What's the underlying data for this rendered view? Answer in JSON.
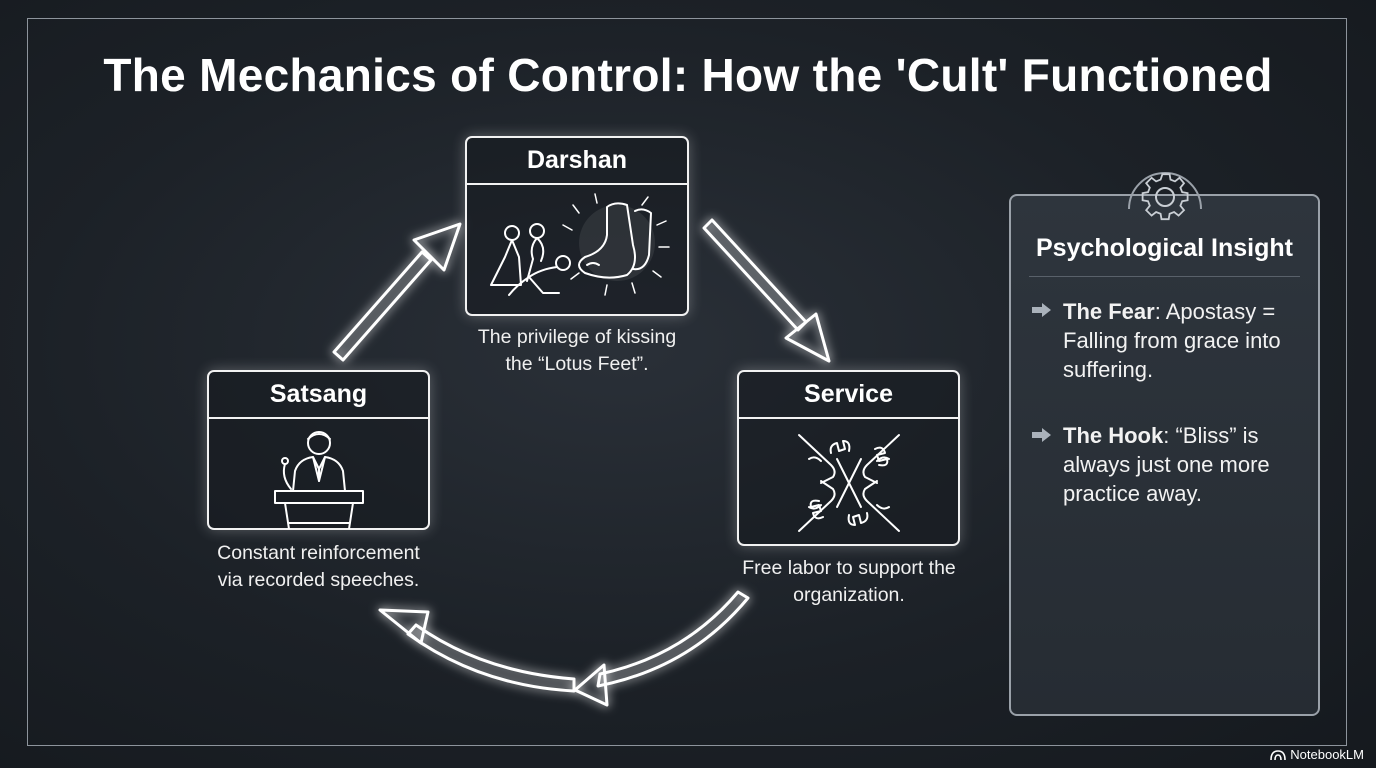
{
  "title": "The Mechanics of Control: How the 'Cult' Functioned",
  "nodes": [
    {
      "title": "Darshan",
      "icon": "devotees-kissing-feet-icon",
      "caption_lines": [
        "The privilege of kissing",
        "the “Lotus Feet”."
      ]
    },
    {
      "title": "Service",
      "icon": "hands-with-wrenches-icon",
      "caption_lines": [
        "Free labor to support the",
        "organization."
      ]
    },
    {
      "title": "Satsang",
      "icon": "speaker-at-podium-icon",
      "caption_lines": [
        "Constant reinforcement",
        "via recorded speeches."
      ]
    }
  ],
  "panel": {
    "icon": "gear-icon",
    "title": "Psychological Insight",
    "items": [
      {
        "label": "The Fear",
        "text": ": Apostasy = Falling from grace into suffering."
      },
      {
        "label": "The Hook",
        "text": ": “Bliss” is always just one more practice away."
      }
    ]
  },
  "brand": "NotebookLM",
  "colors": {
    "background": "#1c2127",
    "accent": "#ffffff",
    "panel": "#2a3037",
    "arrow_glow": "#cfe3f5"
  }
}
